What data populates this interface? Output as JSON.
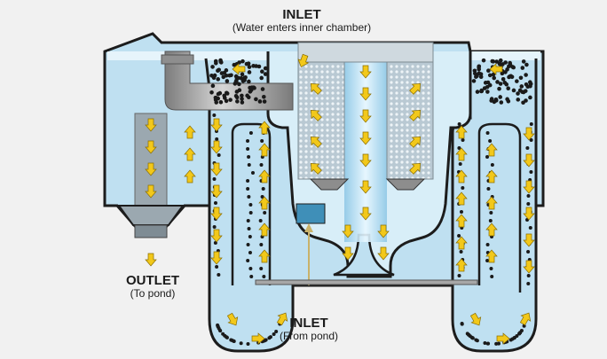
{
  "labels": {
    "top_inlet": {
      "title": "INLET",
      "subtitle": "(Water enters inner chamber)"
    },
    "outlet": {
      "title": "OUTLET",
      "subtitle": "(To pond)"
    },
    "bottom_inlet": {
      "title": "INLET",
      "subtitle": "(From pond)"
    }
  },
  "colors": {
    "background": "#f1f1f1",
    "water": "#bfe0f1",
    "water_light": "#e2f2fa",
    "outline": "#1c1c1c",
    "arrow": "#f2c81a",
    "arrow_stroke": "#8a6d00",
    "pipe": "#9a9a9a",
    "beads": "#1a1a1a"
  }
}
